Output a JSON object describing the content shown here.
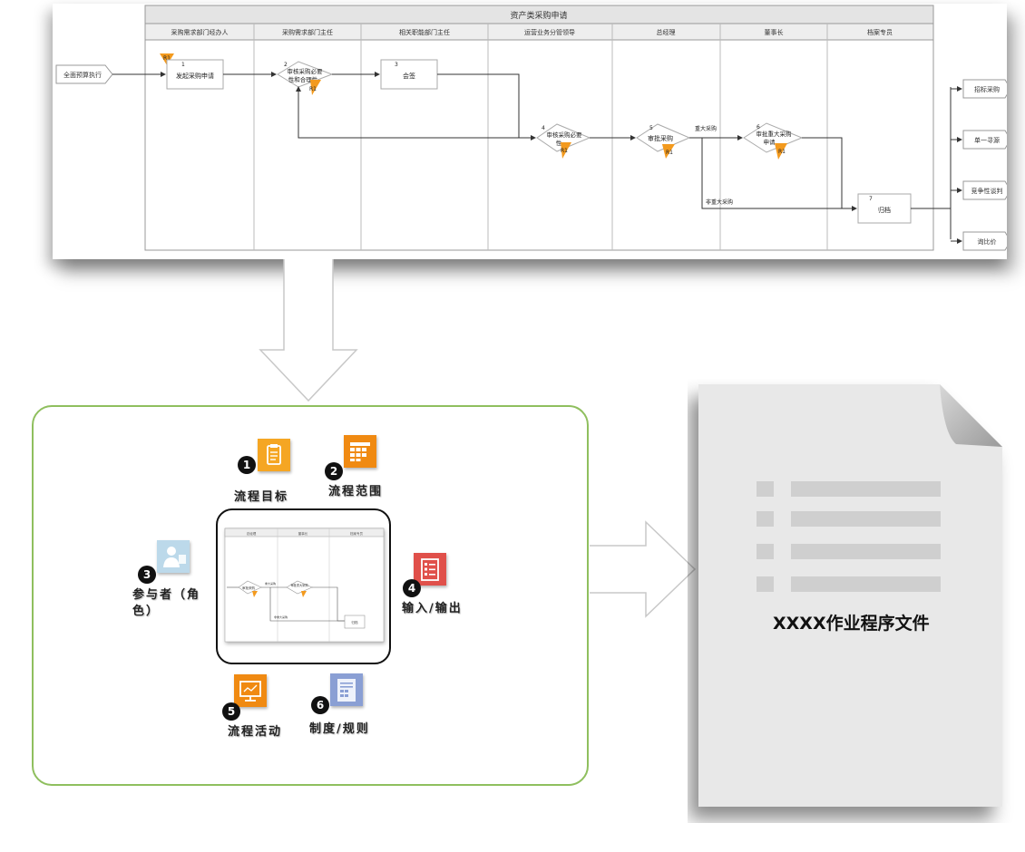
{
  "swimlane": {
    "title": "资产类采购申请",
    "lanes": [
      "采购需求部门经办人",
      "采购需求部门主任",
      "相关职能部门主任",
      "运营业务分管领导",
      "总经理",
      "董事长",
      "档案专员"
    ],
    "start": "全面预算执行",
    "steps": [
      {
        "no": "1",
        "label": "发起采购申请"
      },
      {
        "no": "2",
        "label_line1": "审核采购必要",
        "label_line2": "性和合理性"
      },
      {
        "no": "3",
        "label": "会签"
      },
      {
        "no": "4",
        "label_line1": "审核采购必要",
        "label_line2": "性"
      },
      {
        "no": "5",
        "label": "审批采购"
      },
      {
        "no": "6",
        "label_line1": "审批重大采购",
        "label_line2": "申请"
      },
      {
        "no": "7",
        "label": "归档"
      }
    ],
    "risk_tag": "R1",
    "edge_major": "重大采购",
    "edge_minor": "非重大采购",
    "outputs": [
      "招标采购",
      "单一寻源",
      "竞争性谈判",
      "询比价"
    ]
  },
  "elements": [
    {
      "num": "1",
      "label": "流程目标"
    },
    {
      "num": "2",
      "label": "流程范围"
    },
    {
      "num": "3",
      "label": "参与者（角色）"
    },
    {
      "num": "4",
      "label": "输入/输出"
    },
    {
      "num": "5",
      "label": "流程活动"
    },
    {
      "num": "6",
      "label": "制度/规则"
    }
  ],
  "document": {
    "title": "XXXX作业程序文件"
  },
  "colors": {
    "orange": "#f39a1e",
    "green_border": "#8fbf5e",
    "red": "#e0504a",
    "blue_tile": "#8a9fd4",
    "light_blue_tile": "#bcd9ea"
  }
}
